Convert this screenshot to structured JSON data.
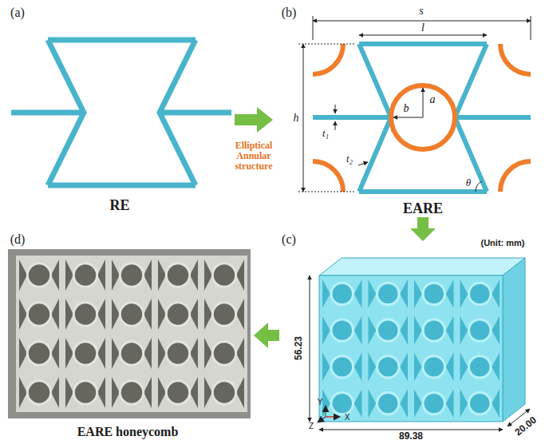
{
  "diagram": {
    "labels": [
      "(a)",
      "(b)",
      "RE",
      "Elliptical Annular structure",
      "s",
      "l",
      "h",
      "a",
      "b",
      "t₁",
      "t₂",
      "θ",
      "EARE",
      "(c)",
      "(d)",
      "(Unit: mm)",
      "56.23",
      "89.38",
      "20.00",
      "Y",
      "Z",
      "X",
      "EARE honeycomb"
    ]
  }
}
